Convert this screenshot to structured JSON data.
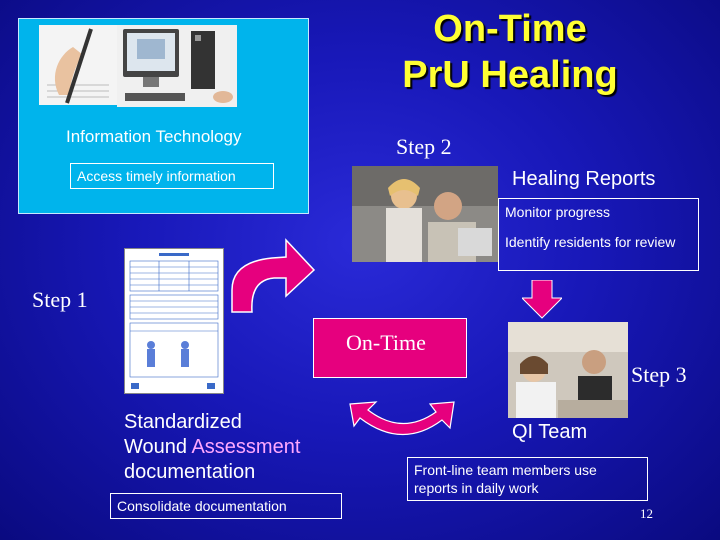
{
  "slide": {
    "title_line1": "On-Time",
    "title_line2": "PrU Healing",
    "page_number": "12"
  },
  "it_panel": {
    "label": "Information Technology",
    "subtext": "Access timely information"
  },
  "step2": {
    "label": "Step 2",
    "heading": "Healing Reports",
    "item1": "Monitor progress",
    "item2": "Identify residents for review"
  },
  "step1": {
    "label": "Step 1",
    "line1": "Standardized",
    "line2_a": "Wound ",
    "line2_b": "Assessment",
    "line3": "documentation",
    "subtext": "Consolidate documentation"
  },
  "center": {
    "label": "On-Time"
  },
  "step3": {
    "label": "Step 3",
    "heading": "QI Team",
    "subtext": "Front-line team members use reports in daily work"
  },
  "colors": {
    "background": "#1818b8",
    "title": "#ffff33",
    "it_panel": "#00b4ec",
    "ontime_box": "#e6007e",
    "arrow": "#e6007e",
    "accent_text": "#ffa8ff"
  }
}
